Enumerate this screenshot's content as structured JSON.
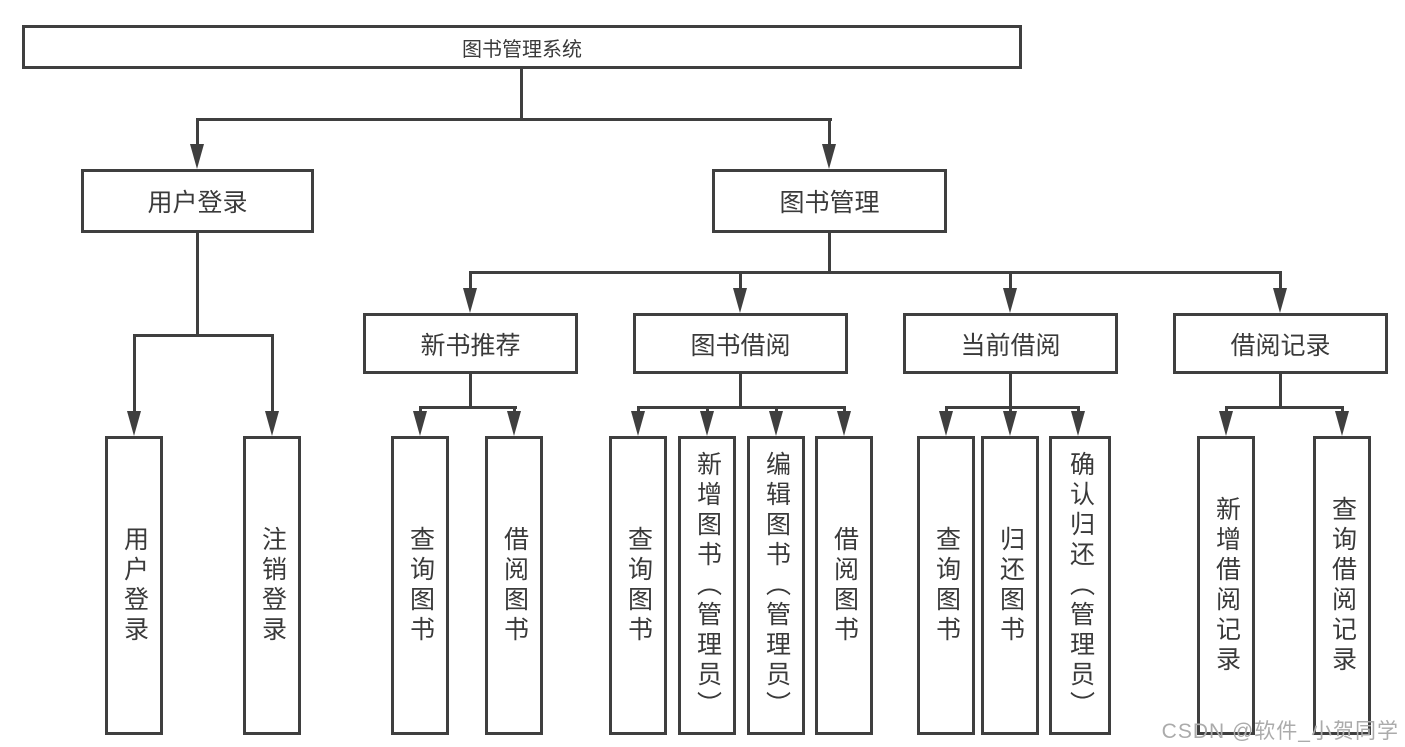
{
  "nodes": {
    "root": {
      "label": "图书管理系统"
    },
    "level2": [
      {
        "id": "user-login",
        "label": "用户登录"
      },
      {
        "id": "book-management",
        "label": "图书管理"
      }
    ],
    "level3": [
      {
        "id": "new-book-recommendation",
        "label": "新书推荐",
        "parent": "图书管理"
      },
      {
        "id": "book-borrowing",
        "label": "图书借阅",
        "parent": "图书管理"
      },
      {
        "id": "current-borrowing",
        "label": "当前借阅",
        "parent": "图书管理"
      },
      {
        "id": "borrowing-records",
        "label": "借阅记录",
        "parent": "图书管理"
      }
    ],
    "leaves": [
      {
        "label": "用户登录",
        "parent": "用户登录"
      },
      {
        "label": "注销登录",
        "parent": "用户登录"
      },
      {
        "label": "查询图书",
        "parent": "新书推荐"
      },
      {
        "label": "借阅图书",
        "parent": "新书推荐"
      },
      {
        "label": "查询图书",
        "parent": "图书借阅"
      },
      {
        "label": "新增图书（管理员）",
        "parent": "图书借阅"
      },
      {
        "label": "编辑图书（管理员）",
        "parent": "图书借阅"
      },
      {
        "label": "借阅图书",
        "parent": "图书借阅"
      },
      {
        "label": "查询图书",
        "parent": "当前借阅"
      },
      {
        "label": "归还图书",
        "parent": "当前借阅"
      },
      {
        "label": "确认归还（管理员）",
        "parent": "当前借阅"
      },
      {
        "label": "新增借阅记录",
        "parent": "借阅记录"
      },
      {
        "label": "查询借阅记录",
        "parent": "借阅记录"
      }
    ]
  },
  "watermark": {
    "text": "CSDN @软件_小贺同学"
  },
  "colors": {
    "line": "#3f3f3f",
    "text": "#3a3a3a",
    "background": "#ffffff",
    "watermark": "#ababab"
  }
}
